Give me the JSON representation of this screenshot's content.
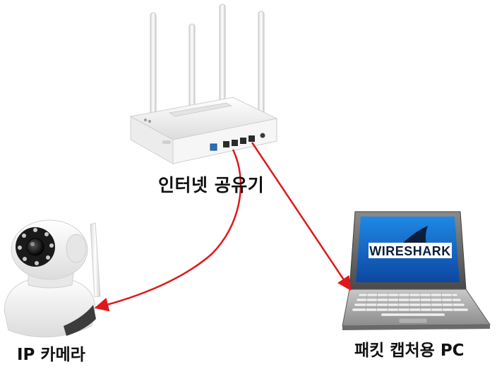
{
  "router": {
    "label": "인터넷 공유기"
  },
  "camera": {
    "label": "IP 카메라"
  },
  "pc": {
    "label": "패킷 캡처용 PC",
    "screen_logo": "WIRESHARK"
  },
  "colors": {
    "arrow": "#e0181b",
    "device_white": "#f2f2f2",
    "screen_blue": "#1565c0",
    "laptop_gray": "#6e6e6e"
  }
}
